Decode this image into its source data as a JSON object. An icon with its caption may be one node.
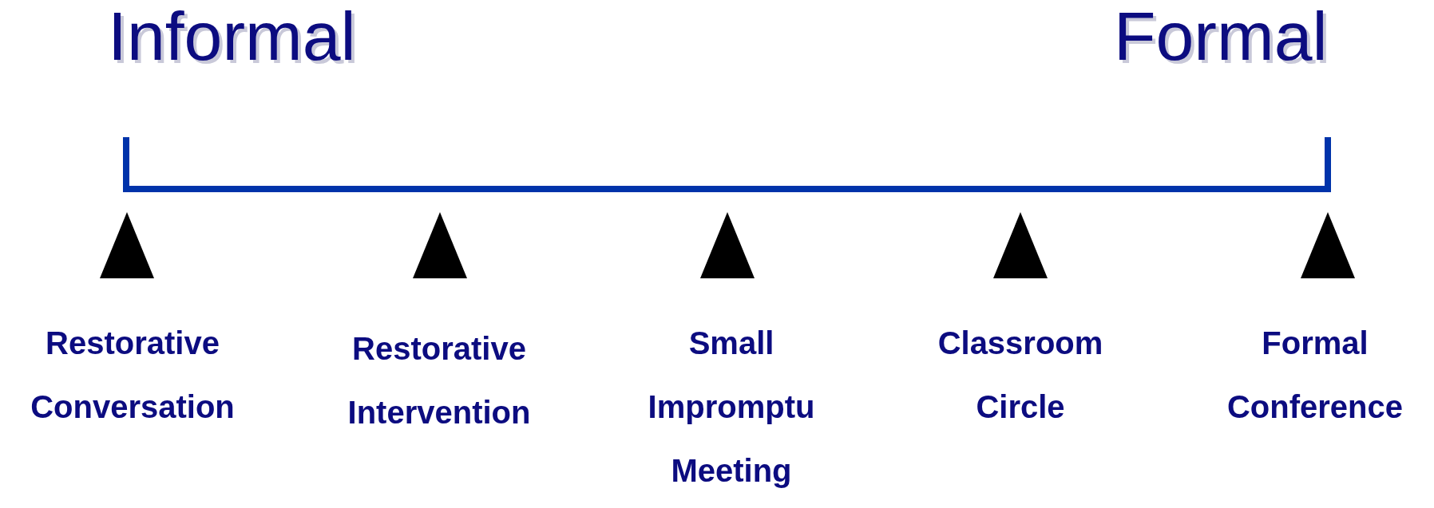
{
  "diagram": {
    "nodes": [
      {
        "text": [],
        "shape": "triangle",
        "beside": [
          "Restorative Conversation"
        ]
      },
      {
        "text": [],
        "shape": "triangle",
        "beside": [
          "Restorative Intervention"
        ]
      },
      {
        "text": [],
        "shape": "triangle",
        "beside": [
          "Small Impromptu Meeting"
        ]
      },
      {
        "text": [],
        "shape": "triangle",
        "beside": [
          "Classroom Circle"
        ]
      },
      {
        "text": [],
        "shape": "triangle",
        "beside": [
          "Formal Conference"
        ]
      }
    ],
    "labels": [
      "Informal",
      "Formal"
    ]
  }
}
